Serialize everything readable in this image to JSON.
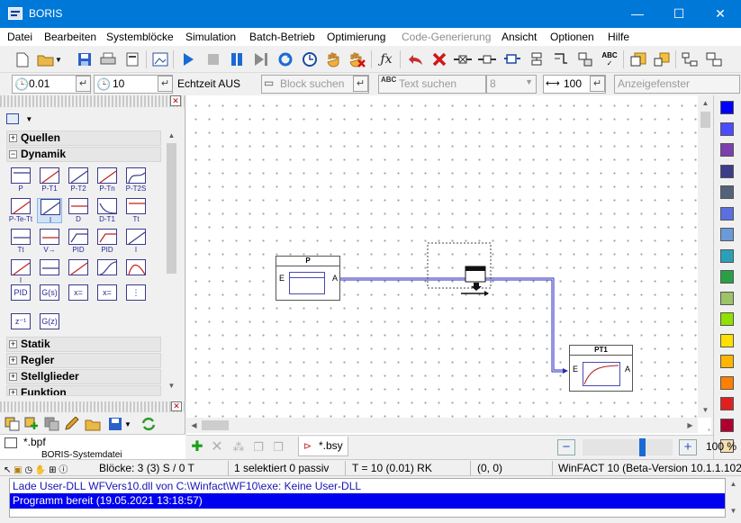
{
  "app": {
    "title": "BORIS"
  },
  "window": {
    "minimize": "—",
    "maximize": "☐",
    "close": "✕"
  },
  "menu": [
    {
      "label": "Datei",
      "enabled": true
    },
    {
      "label": "Bearbeiten",
      "enabled": true
    },
    {
      "label": "Systemblöcke",
      "enabled": true
    },
    {
      "label": "Simulation",
      "enabled": true
    },
    {
      "label": "Batch-Betrieb",
      "enabled": true
    },
    {
      "label": "Optimierung",
      "enabled": true
    },
    {
      "label": "Code-Generierung",
      "enabled": false
    },
    {
      "label": "Ansicht",
      "enabled": true
    },
    {
      "label": "Optionen",
      "enabled": true
    },
    {
      "label": "Hilfe",
      "enabled": true
    }
  ],
  "toolbar2": {
    "step_value": "0.01",
    "time_value": "10",
    "realtime": "Echtzeit AUS",
    "block_search_placeholder": "Block suchen",
    "text_search_placeholder": "Text suchen",
    "text_search_count": "8",
    "width_value": "100",
    "display_window_placeholder": "Anzeigefenster"
  },
  "library": {
    "categories_top": [
      {
        "label": "Quellen",
        "expanded": false
      },
      {
        "label": "Dynamik",
        "expanded": true
      }
    ],
    "dynamik_blocks": [
      {
        "label": "P"
      },
      {
        "label": "P-T1"
      },
      {
        "label": "P-T2"
      },
      {
        "label": "P-Tn"
      },
      {
        "label": "P-T2S"
      },
      {
        "label": "P-Te-Tt"
      },
      {
        "label": "I"
      },
      {
        "label": "D"
      },
      {
        "label": "D-T1"
      },
      {
        "label": "Tt"
      },
      {
        "label": "Tt"
      },
      {
        "label": "V→"
      },
      {
        "label": "PID"
      },
      {
        "label": "PID"
      },
      {
        "label": "I"
      },
      {
        "label": "I"
      },
      {
        "label": ""
      },
      {
        "label": ""
      },
      {
        "label": ""
      },
      {
        "label": ""
      }
    ],
    "categories_bottom": [
      {
        "label": "Statik",
        "expanded": false
      },
      {
        "label": "Regler",
        "expanded": false
      },
      {
        "label": "Stellglieder",
        "expanded": false
      },
      {
        "label": "Funktion",
        "expanded": false
      }
    ]
  },
  "project_tree": {
    "root": "*.bpf",
    "child": "BORIS-Systemdatei"
  },
  "diagram": {
    "blocks": [
      {
        "title": "P",
        "input": "E",
        "output": "A"
      },
      {
        "title": "PT1",
        "input": "E",
        "output": "A"
      }
    ]
  },
  "tabbar": {
    "doc_tab": "*.bsy",
    "zoom": "100 %",
    "zoom_minus": "−",
    "zoom_plus": "+",
    "zoom_level": 0.68
  },
  "palette": [
    "#0000ff",
    "#4b4bff",
    "#7b3fb0",
    "#3d3d8a",
    "#54617a",
    "#5b6fe0",
    "#6a9ad8",
    "#2aa0b8",
    "#29a046",
    "#9cc26a",
    "#90e000",
    "#ffe000",
    "#ffb400",
    "#ff8000",
    "#e02020",
    "#b00030",
    "#f4e0b0"
  ],
  "status": {
    "blocks": "Blöcke: 3 (3) S / 0 T",
    "selected": "1 selektiert  0 passiv",
    "time": "T = 10  (0.01)  RK",
    "coords": "(0, 0)",
    "version": "WinFACT 10 (Beta-Version 10.1.1.1022)"
  },
  "log": [
    "Lade User-DLL WFVers10.dll von C:\\Winfact\\WF10\\exe: Keine User-DLL",
    "Programm bereit   (19.05.2021 13:18:57)"
  ]
}
